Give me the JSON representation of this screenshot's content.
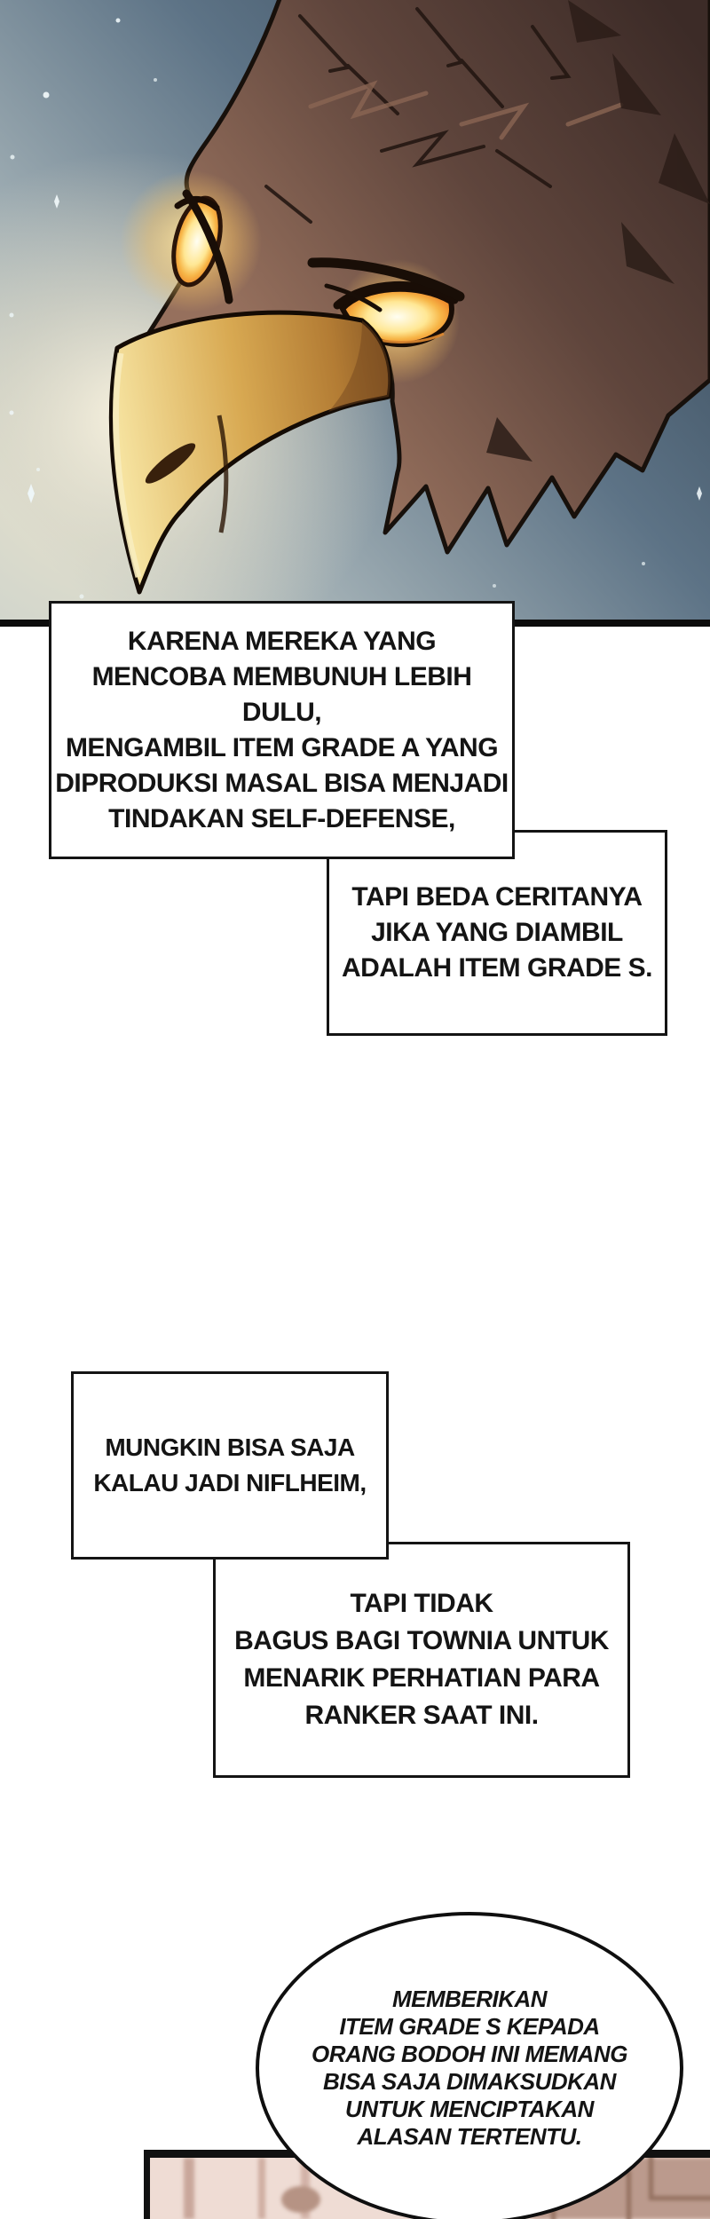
{
  "colors": {
    "sky_dark": "#2e3e4d",
    "sky_mid": "#5d7386",
    "sky_light": "#9aa9b0",
    "glow": "#fdf6e2",
    "head_light": "#96705d",
    "head_dark": "#3c2b27",
    "beak_light": "#f6e3a0",
    "beak_mid": "#d8a952",
    "beak_dark": "#8a5a26",
    "eye_glow": "#ffe9a8",
    "eye_iris": "#f7b648",
    "outline": "#17100b",
    "panel2_base": "#efdcd4",
    "panel2_shade": "#c9a79b",
    "border": "#111111",
    "ink": "#141414"
  },
  "boxes": [
    {
      "id": "narration-1",
      "lines": [
        "KARENA MEREKA YANG",
        "MENCOBA MEMBUNUH LEBIH DULU,",
        "MENGAMBIL ITEM GRADE A YANG",
        "DIPRODUKSI MASAL BISA MENJADI",
        "TINDAKAN SELF-DEFENSE,"
      ]
    },
    {
      "id": "narration-2",
      "lines": [
        "TAPI BEDA CERITANYA",
        "JIKA YANG DIAMBIL",
        "ADALAH ITEM GRADE S."
      ]
    },
    {
      "id": "narration-3",
      "lines": [
        "MUNGKIN BISA SAJA",
        "KALAU JADI NIFLHEIM,"
      ]
    },
    {
      "id": "narration-4",
      "lines": [
        "TAPI TIDAK",
        "BAGUS BAGI TOWNIA UNTUK",
        "MENARIK PERHATIAN PARA",
        "RANKER SAAT INI."
      ]
    }
  ],
  "bubble": {
    "lines": [
      "MEMBERIKAN",
      "ITEM GRADE S KEPADA",
      "ORANG BODOH INI MEMANG",
      "BISA SAJA DIMAKSUDKAN",
      "UNTUK MENCIPTAKAN",
      "ALASAN TERTENTU."
    ]
  }
}
